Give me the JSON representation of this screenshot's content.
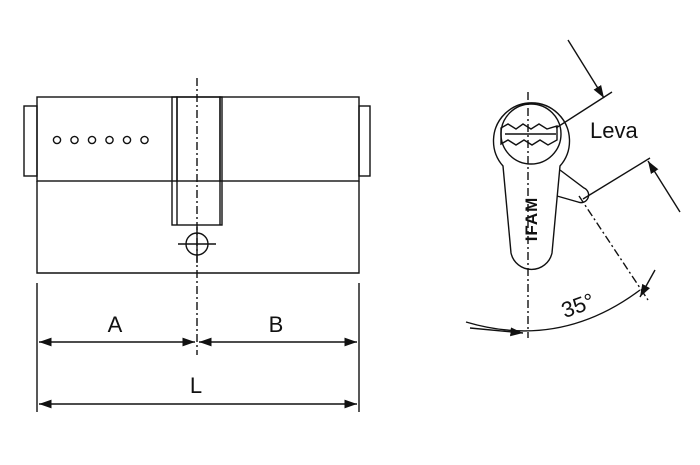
{
  "drawing": {
    "line_color": "#111111",
    "background": "#ffffff"
  },
  "labels": {
    "dim_a": "A",
    "dim_b": "B",
    "dim_l": "L",
    "leva": "Leva",
    "angle": "35°",
    "brand": "IFAM"
  },
  "cylinder": {
    "pin_holes": 6
  }
}
